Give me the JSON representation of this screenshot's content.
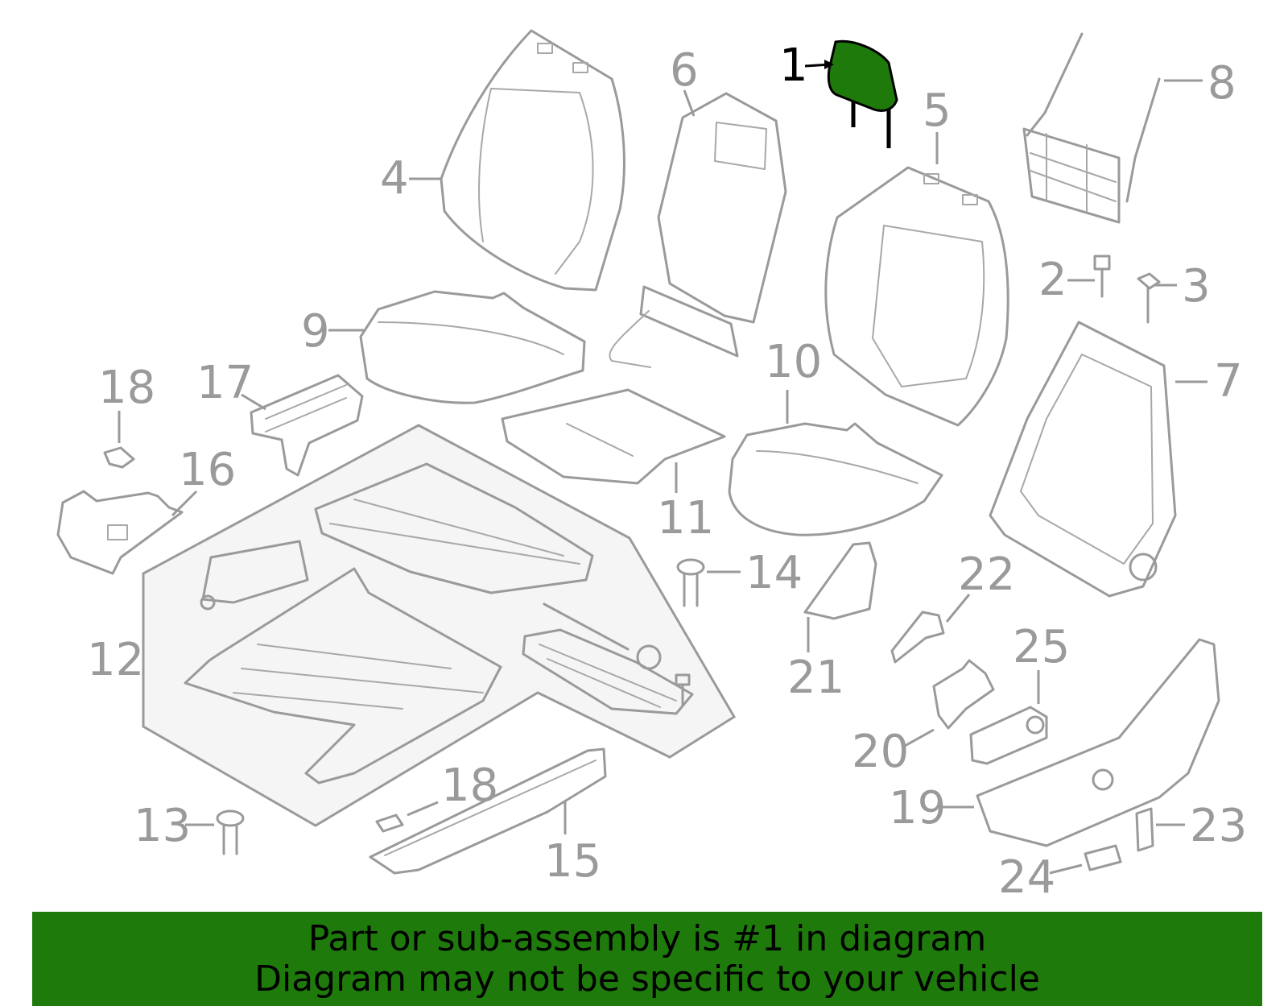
{
  "colors": {
    "highlight_part": "#1f7a0c",
    "banner": "#1f7a0c",
    "line_art": "#9a9a9a",
    "assembly_fill": "#f5f5f5"
  },
  "callouts": {
    "c1": "1",
    "c2": "2",
    "c3": "3",
    "c4": "4",
    "c5": "5",
    "c6": "6",
    "c7": "7",
    "c8": "8",
    "c9": "9",
    "c10": "10",
    "c11": "11",
    "c12": "12",
    "c13": "13",
    "c14": "14",
    "c15": "15",
    "c16": "16",
    "c17": "17",
    "c18a": "18",
    "c18b": "18",
    "c19": "19",
    "c20": "20",
    "c21": "21",
    "c22": "22",
    "c23": "23",
    "c24": "24",
    "c25": "25"
  },
  "banner": {
    "line1": "Part or sub-assembly is #1 in diagram",
    "line2": "Diagram may not be specific to your vehicle"
  }
}
